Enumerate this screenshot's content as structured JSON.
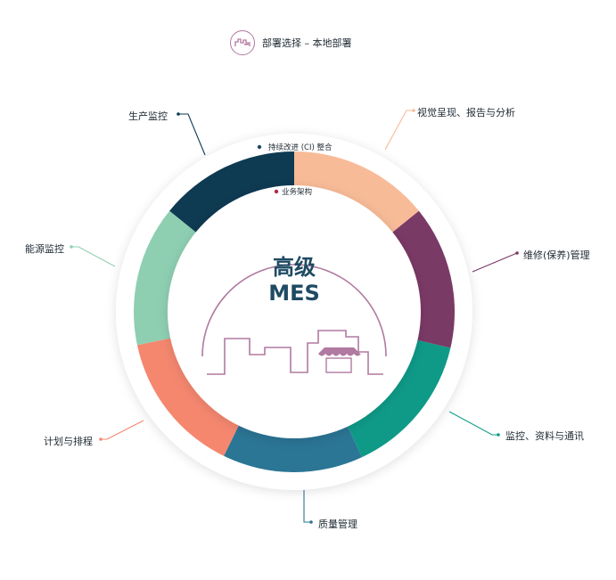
{
  "header": {
    "icon": "local-deploy-icon",
    "title": "部署选择 – 本地部署"
  },
  "center": {
    "line1": "高级",
    "line2": "MES",
    "color": "#1e4a63",
    "city_color": "#b07aa1"
  },
  "rings": {
    "outer_label": "持续改进 (CI) 整合",
    "inner_label": "业务架构",
    "outer_dot_color": "#1e4a63",
    "inner_dot_color": "#b02a45"
  },
  "segments": [
    {
      "name": "生产监控",
      "color": "#0e3a52"
    },
    {
      "name": "视觉呈现、报告与分析",
      "color": "#f8bb98"
    },
    {
      "name": "维修(保养)管理",
      "color": "#7a3a66"
    },
    {
      "name": "监控、资料与通讯",
      "color": "#0f9a88"
    },
    {
      "name": "质量管理",
      "color": "#2b7595"
    },
    {
      "name": "计划与排程",
      "color": "#f5876f"
    },
    {
      "name": "能源监控",
      "color": "#8ecfb2"
    }
  ]
}
